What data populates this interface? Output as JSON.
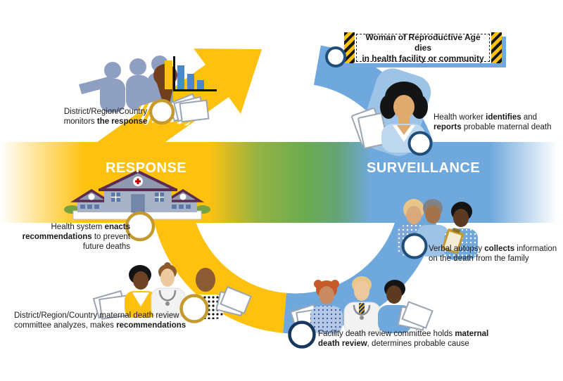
{
  "diagram": {
    "cycle_labels": {
      "response": "RESPONSE",
      "surveillance": "SURVEILLANCE"
    },
    "event_box": {
      "line1": "Woman of Reproductive Age dies",
      "line2": "in health facility or community"
    },
    "steps": {
      "identify": {
        "l1": [
          {
            "t": "Health worker "
          },
          {
            "t": "identifies",
            "b": true
          },
          {
            "t": " and"
          }
        ],
        "l2": [
          {
            "t": "reports",
            "b": true
          },
          {
            "t": " probable maternal death"
          }
        ]
      },
      "verbal_autopsy": {
        "l1": [
          {
            "t": "Verbal autopsy "
          },
          {
            "t": "collects",
            "b": true
          },
          {
            "t": " information"
          }
        ],
        "l2": [
          {
            "t": "on the death from the family"
          }
        ]
      },
      "facility_review": {
        "l1": [
          {
            "t": "Facility death review committee holds "
          },
          {
            "t": "maternal",
            "b": true
          }
        ],
        "l2": [
          {
            "t": "death review",
            "b": true
          },
          {
            "t": ", determines probable cause"
          }
        ]
      },
      "district_review": {
        "l1": [
          {
            "t": "District/Region/Country maternal death review"
          }
        ],
        "l2": [
          {
            "t": "committee analyzes, makes "
          },
          {
            "t": "recommendations",
            "b": true
          }
        ]
      },
      "enact": {
        "l1": [
          {
            "t": "Health system "
          },
          {
            "t": "enacts",
            "b": true
          }
        ],
        "l2": [
          {
            "t": "recommendations",
            "b": true
          },
          {
            "t": " to prevent"
          }
        ],
        "l3": [
          {
            "t": "future deaths"
          }
        ]
      },
      "monitor": {
        "l1": [
          {
            "t": "District/Region/Country"
          }
        ],
        "l2": [
          {
            "t": "monitors "
          },
          {
            "t": "the response",
            "b": true
          }
        ]
      }
    }
  },
  "colors": {
    "yellow": "#FFC110",
    "blue": "#6FA8DC",
    "blue_light": "#9DC3E6",
    "green": "#6BAB4F",
    "navy_ring": "#1F4E79",
    "navy_dark": "#17375E",
    "gold_ring": "#C49A2E",
    "shadow_blue": "#6FA8DC",
    "silhouette": "#8E9FC1",
    "bar_blue": "#4A89C8",
    "doc_outline": "#9AA5B1",
    "roof_purple": "#5D2A52",
    "roof_gray": "#8F99AF",
    "wall_gray": "#A8B2C6",
    "window_blue": "#5B79A8",
    "bush_green": "#76A23F",
    "cross_red": "#C00000",
    "text_dark": "#1A1A1A"
  }
}
